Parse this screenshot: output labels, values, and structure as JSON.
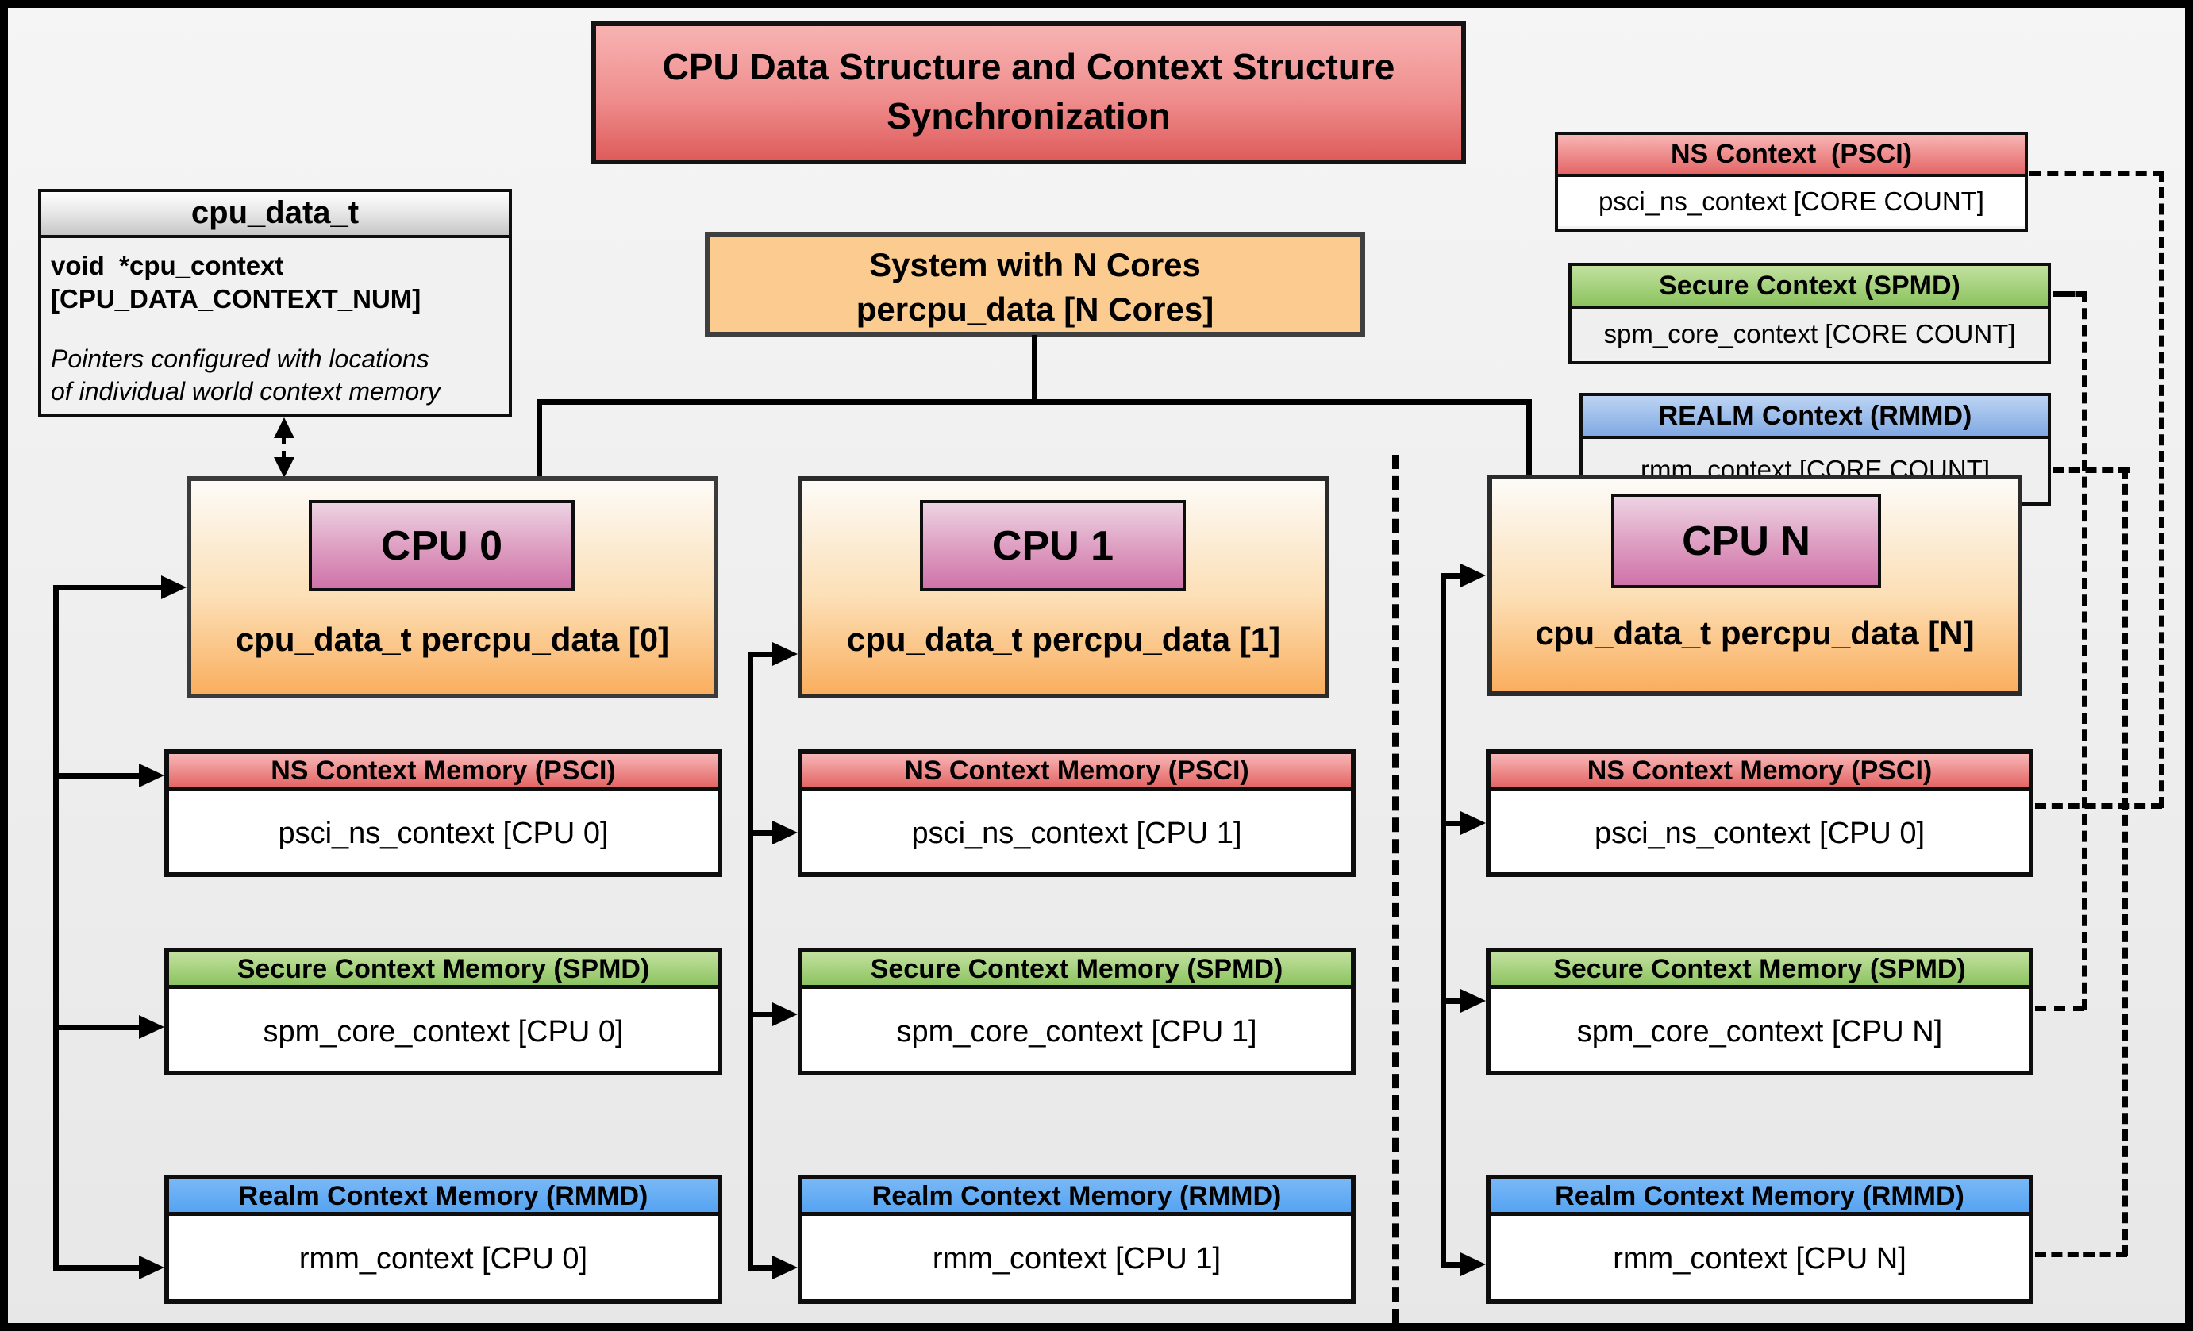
{
  "title": {
    "line1": "CPU Data Structure and Context Structure",
    "line2": "Synchronization"
  },
  "cpu_data_struct": {
    "header": "cpu_data_t",
    "field_line1": "void  *cpu_context",
    "field_line2": "[CPU_DATA_CONTEXT_NUM]",
    "note_line1": "Pointers configured with locations",
    "note_line2": "of individual world context memory"
  },
  "system_box": {
    "line1": "System with N Cores",
    "line2": "percpu_data [N Cores]"
  },
  "legend": {
    "ns": {
      "header": "NS Context  (PSCI)",
      "body": "psci_ns_context [CORE COUNT]"
    },
    "secure": {
      "header": "Secure Context (SPMD)",
      "body": "spm_core_context [CORE COUNT]"
    },
    "realm": {
      "header": "REALM Context (RMMD)",
      "body": "rmm_context [CORE COUNT]"
    }
  },
  "cpus": [
    {
      "chip": "CPU 0",
      "data_line": "cpu_data_t percpu_data [0]",
      "ns_header": "NS Context Memory (PSCI)",
      "ns_body": "psci_ns_context [CPU 0]",
      "secure_header": "Secure Context Memory (SPMD)",
      "secure_body": "spm_core_context [CPU 0]",
      "realm_header": "Realm Context Memory (RMMD)",
      "realm_body": "rmm_context [CPU 0]"
    },
    {
      "chip": "CPU 1",
      "data_line": "cpu_data_t percpu_data [1]",
      "ns_header": "NS Context Memory (PSCI)",
      "ns_body": "psci_ns_context [CPU 1]",
      "secure_header": "Secure Context Memory (SPMD)",
      "secure_body": "spm_core_context [CPU 1]",
      "realm_header": "Realm Context Memory (RMMD)",
      "realm_body": "rmm_context [CPU 1]"
    },
    {
      "chip": "CPU N",
      "data_line": "cpu_data_t percpu_data [N]",
      "ns_header": "NS Context Memory (PSCI)",
      "ns_body": "psci_ns_context [CPU 0]",
      "secure_header": "Secure Context Memory (SPMD)",
      "secure_body": "spm_core_context [CPU N]",
      "realm_header": "Realm Context Memory (RMMD)",
      "realm_body": "rmm_context [CPU N]"
    }
  ],
  "colors": {
    "title_red_top": "#f8b3b3",
    "title_red_bottom": "#df5c5c",
    "ns_red_top": "#f8b6b6",
    "ns_red_bottom": "#e46666",
    "secure_green_top": "#c2e19f",
    "secure_green_bottom": "#8cc360",
    "realm_blue_legend": "#80a9e3",
    "realm_blue_memory": "#55a3f2",
    "cpu_orange": "#faae5e",
    "system_orange": "#fbcb8f",
    "chip_pink_top": "#edd3e3",
    "chip_pink_bottom": "#cf73a9",
    "background": "#efefef",
    "line_black": "#000000"
  }
}
